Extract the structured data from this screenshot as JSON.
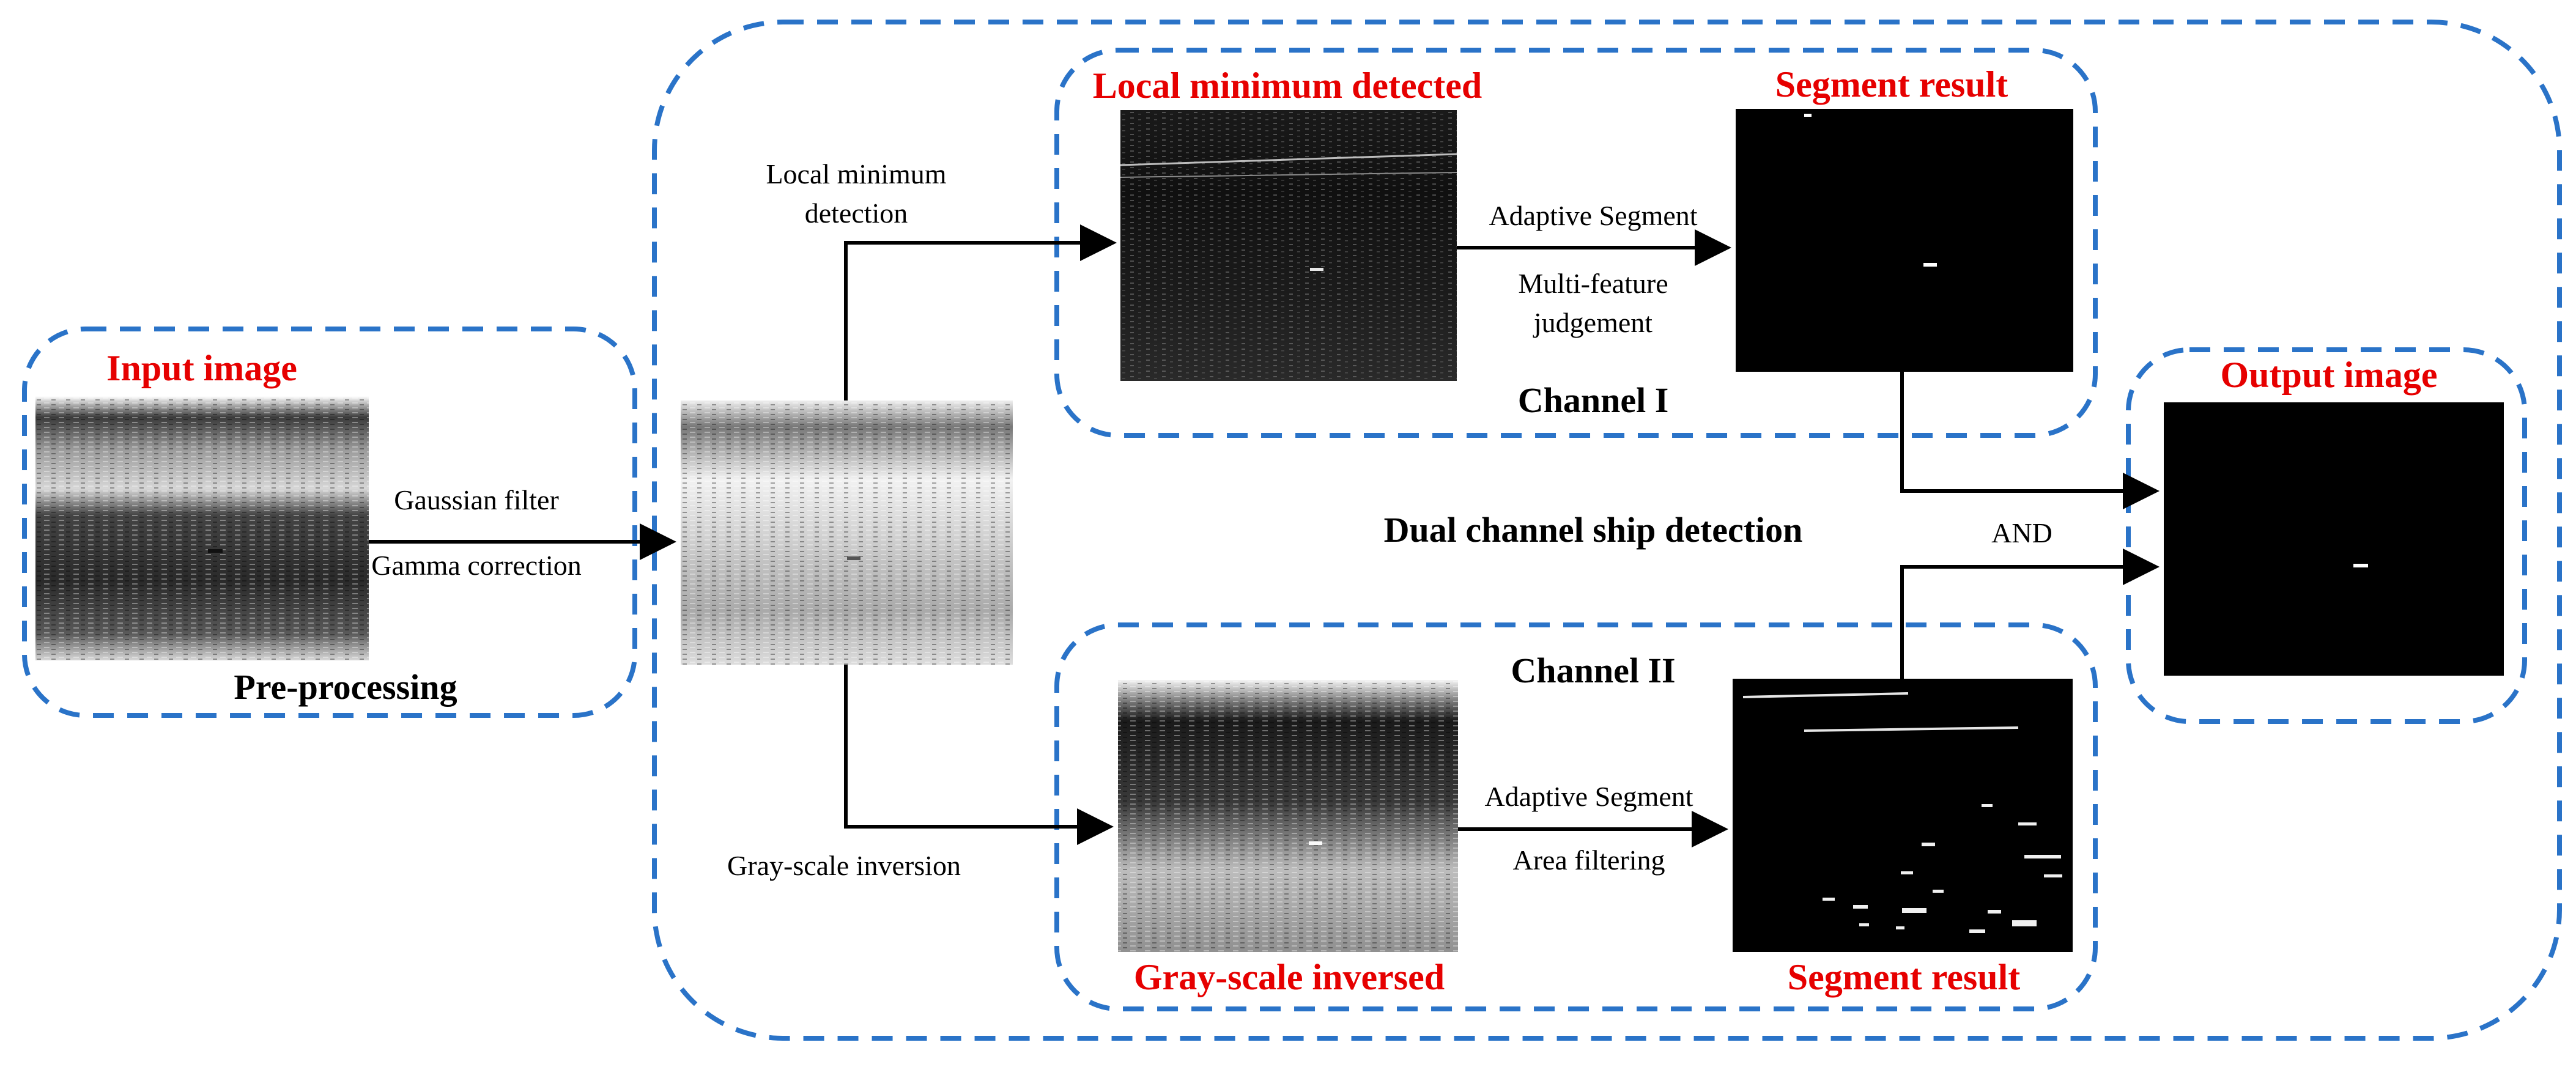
{
  "colors": {
    "dashed_border": "#2a73c8",
    "title_red": "#e60000",
    "arrow": "#000000"
  },
  "panels": {
    "preprocessing": {
      "title": "Input image",
      "caption": "Pre-processing"
    },
    "channel1": {
      "title_left": "Local minimum detected",
      "title_right": "Segment result",
      "caption": "Channel I"
    },
    "channel2": {
      "caption": "Channel II",
      "label_left": "Gray-scale inversed",
      "label_right": "Segment result"
    },
    "output": {
      "title": "Output image"
    },
    "main": {
      "caption": "Dual channel ship detection"
    }
  },
  "steps": {
    "pre_1": "Gaussian filter",
    "pre_2": "Gamma correction",
    "ch1_branch_1": "Local minimum",
    "ch1_branch_2": "detection",
    "ch1_seg_1": "Adaptive Segment",
    "ch1_seg_2": "Multi-feature",
    "ch1_seg_3": "judgement",
    "ch2_branch": "Gray-scale  inversion",
    "ch2_seg_1": "Adaptive Segment",
    "ch2_seg_2": "Area filtering",
    "merge": "AND"
  }
}
